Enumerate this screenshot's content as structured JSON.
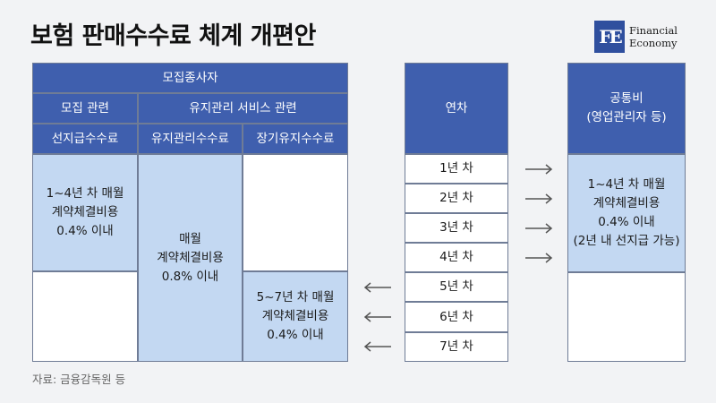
{
  "title": "보험 판매수수료 체계 개편안",
  "logo": {
    "mark": "FE",
    "line1": "Financial",
    "line2": "Economy"
  },
  "left_table": {
    "top_header": "모집종사자",
    "group_headers": [
      "모집 관련",
      "유지관리 서비스 관련"
    ],
    "sub_headers": [
      "선지급수수료",
      "유지관리수수료",
      "장기유지수수료"
    ],
    "col1_text": "1~4년 차 매월\n계약체결비용\n0.4% 이내",
    "col2_text": "매월\n계약체결비용\n0.8% 이내",
    "col3_text": "5~7년 차 매월\n계약체결비용\n0.4% 이내"
  },
  "year_table": {
    "header": "연차",
    "years": [
      "1년 차",
      "2년 차",
      "3년 차",
      "4년 차",
      "5년 차",
      "6년 차",
      "7년 차"
    ]
  },
  "right_table": {
    "header": "공통비\n(영업관리자 등)",
    "body": "1~4년 차 매월\n계약체결비용\n0.4% 이내\n(2년 내 선지급 가능)"
  },
  "source": "자료: 금융감독원 등",
  "colors": {
    "header": "#3f5fae",
    "light": "#c3d8f2",
    "arrow": "#555555"
  }
}
